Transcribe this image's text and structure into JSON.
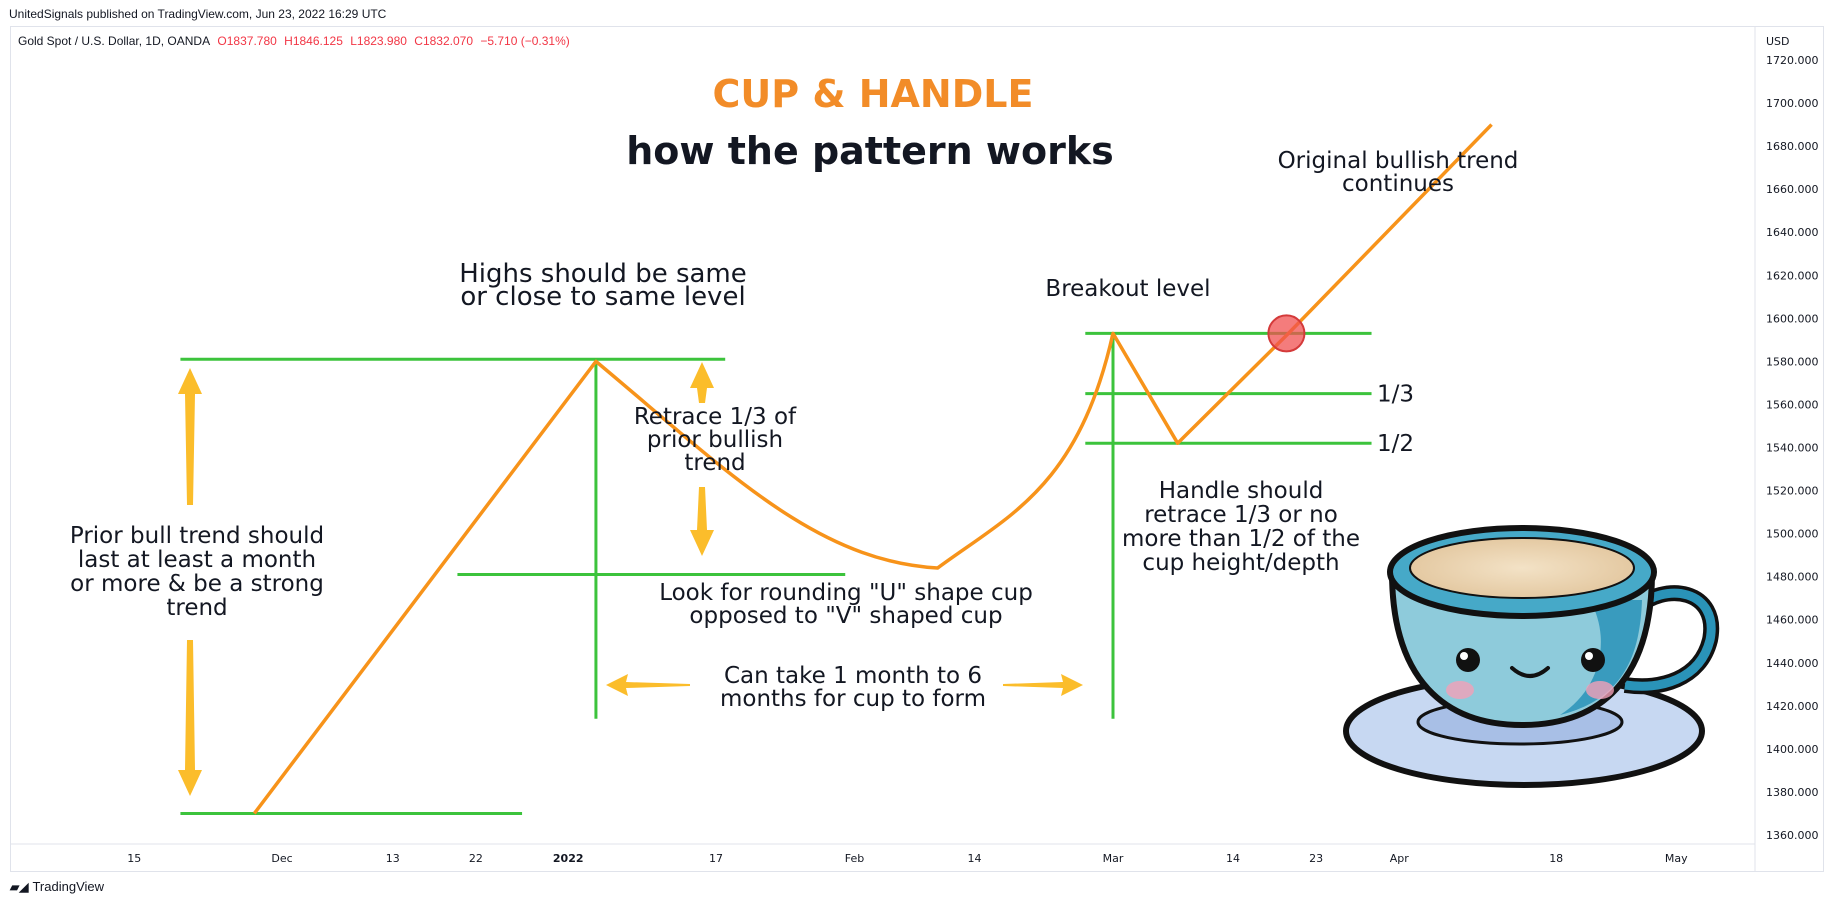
{
  "header": {
    "published": "UnitedSignals published on TradingView.com, Jun 23, 2022 16:29 UTC"
  },
  "legend": {
    "symbol": "Gold Spot / U.S. Dollar, 1D, OANDA",
    "open": "O1837.780",
    "high": "H1846.125",
    "low": "L1823.980",
    "close": "C1832.070",
    "change": "−5.710 (−0.31%)"
  },
  "footer": {
    "brand": "TradingView"
  },
  "colors": {
    "orange": "#f7931a",
    "green": "#3cc33c",
    "arrow": "#fbbd2b",
    "breakout_dot": "#f05050",
    "grid_text": "#131722",
    "title_orange": "#f28c28"
  },
  "chart_data": {
    "type": "line",
    "title": "CUP & HANDLE",
    "subtitle": "how the pattern works",
    "currency_label": "USD",
    "y_ticks": [
      "1720.000",
      "1700.000",
      "1680.000",
      "1660.000",
      "1640.000",
      "1620.000",
      "1600.000",
      "1580.000",
      "1560.000",
      "1540.000",
      "1520.000",
      "1500.000",
      "1480.000",
      "1460.000",
      "1440.000",
      "1420.000",
      "1400.000",
      "1380.000",
      "1360.000"
    ],
    "x_ticks": [
      "15",
      "Dec",
      "13",
      "22",
      "2022",
      "17",
      "Feb",
      "14",
      "Mar",
      "14",
      "23",
      "Apr",
      "18",
      "May"
    ],
    "ylim": [
      1353,
      1730
    ],
    "series": [
      {
        "values": [
          {
            "x": "Nov 28",
            "y": 1370
          },
          {
            "x": "Jan 4",
            "y": 1580
          },
          {
            "x": "Jan 18",
            "y": 1530
          },
          {
            "x": "Feb 1",
            "y": 1491
          },
          {
            "x": "Feb 10",
            "y": 1484
          },
          {
            "x": "Feb 22",
            "y": 1512
          },
          {
            "x": "Mar 1",
            "y": 1593
          },
          {
            "x": "Mar 8",
            "y": 1542
          },
          {
            "x": "Mar 20",
            "y": 1593
          },
          {
            "x": "Apr 11",
            "y": 1690
          }
        ]
      }
    ],
    "levels": [
      {
        "y": 1581
      },
      {
        "y": 1481
      },
      {
        "y": 1370
      },
      {
        "y": 1593
      },
      {
        "y": 1565
      },
      {
        "y": 1542
      }
    ],
    "level_labels": [
      "1/3",
      "1/2"
    ],
    "breakout_price": 1593,
    "annotations": [
      {
        "id": "highs",
        "lines": [
          "Highs should be same",
          "or close to same level"
        ]
      },
      {
        "id": "retrace",
        "lines": [
          "Retrace 1/3 of",
          "prior bullish",
          "trend"
        ]
      },
      {
        "id": "prior",
        "lines": [
          "Prior bull trend should",
          "last at least a month",
          "or more & be a strong",
          "trend"
        ]
      },
      {
        "id": "rounding",
        "lines": [
          "Look for rounding \"U\" shape cup",
          "opposed to \"V\" shaped cup"
        ]
      },
      {
        "id": "duration",
        "lines": [
          "Can take 1 month to 6",
          "months for cup to form"
        ]
      },
      {
        "id": "breakout",
        "lines": [
          "Breakout level"
        ]
      },
      {
        "id": "continues",
        "lines": [
          "Original bullish trend",
          "continues"
        ]
      },
      {
        "id": "handle",
        "lines": [
          "Handle should",
          "retrace 1/3 or no",
          "more than 1/2 of the",
          "cup height/depth"
        ]
      }
    ]
  }
}
